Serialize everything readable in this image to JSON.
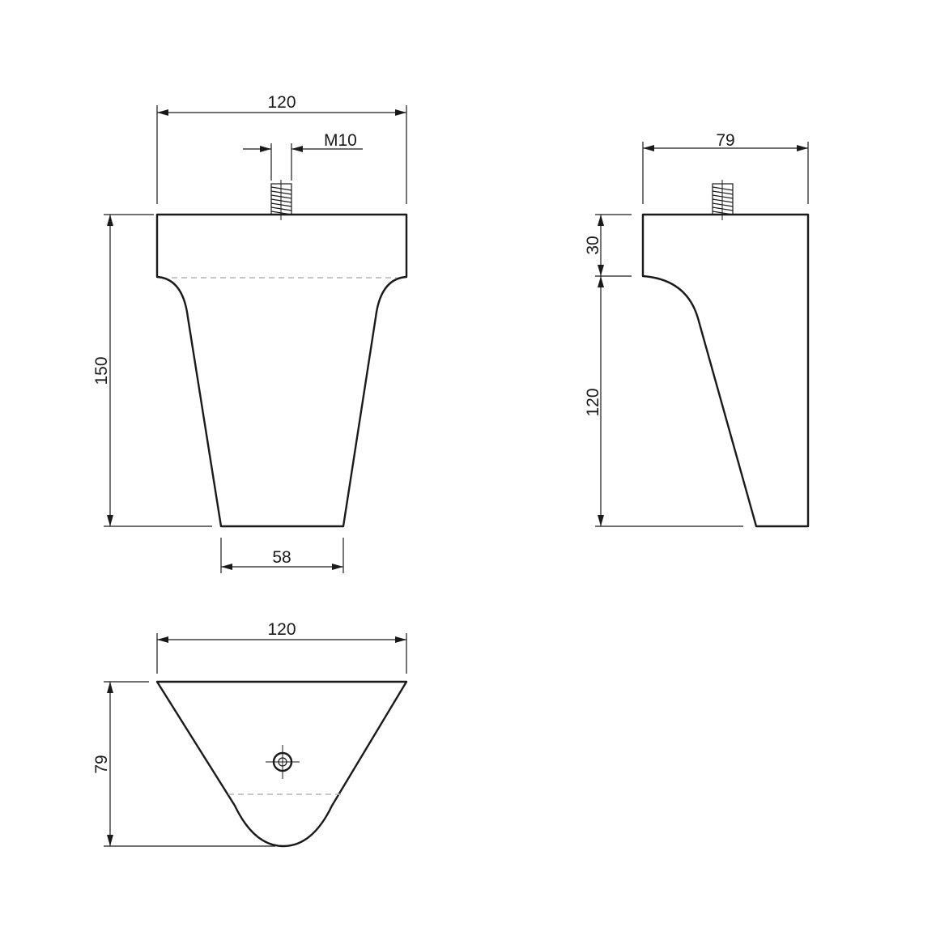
{
  "diagram": {
    "front_view": {
      "width_label": "120",
      "thread_label": "M10",
      "height_label": "150",
      "bottom_width_label": "58"
    },
    "side_view": {
      "depth_label": "79",
      "top_height_label": "30",
      "lower_height_label": "120"
    },
    "bottom_view": {
      "width_label": "120",
      "depth_label": "79"
    }
  }
}
